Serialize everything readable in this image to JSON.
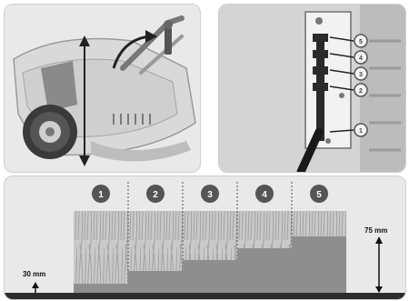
{
  "mower_panel": {
    "icons": [
      "mower-icon",
      "curved-arrow-icon",
      "height-arrow-icon"
    ]
  },
  "lever_panel": {
    "positions": [
      "5",
      "4",
      "3",
      "2",
      "1"
    ]
  },
  "height_chart": {
    "levels": [
      "1",
      "2",
      "3",
      "4",
      "5"
    ],
    "min_label": "30 mm",
    "max_label": "75 mm",
    "colors": {
      "bubble": "#555555",
      "grass": "#b8b8b8",
      "cut_block": "#8e8e8e",
      "ground": "#2c2c2c"
    }
  }
}
